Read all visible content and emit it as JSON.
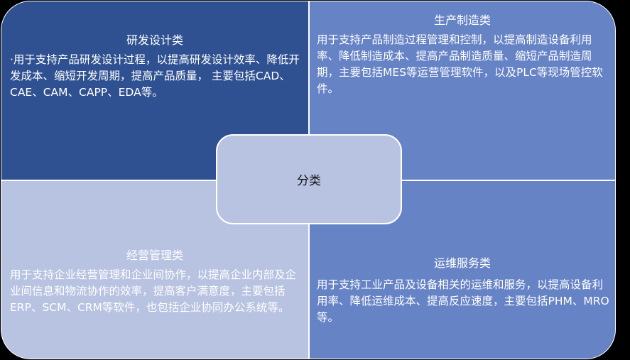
{
  "center": {
    "label": "分类"
  },
  "quadrants": {
    "top_left": {
      "title": "研发设计类",
      "body": "·用于支持产品研发设计过程，以提高研发设计效率、降低开发成本、缩短开发周期，提高产品质量， 主要包括CAD、CAE、CAM、CAPP、EDA等。",
      "color": "#2f5191"
    },
    "top_right": {
      "title": "生产制造类",
      "body": "用于支持产品制造过程管理和控制，以提高制造设备利用率、降低制造成本、提高产品制造质量、缩短产品制造周期，主要包括MES等运营管理软件，以及PLC等现场管控软件。",
      "color": "#6683c5"
    },
    "bottom_left": {
      "title": "经营管理类",
      "body": "用于支持企业经营管理和企业间协作，以提高企业内部及企业间信息和物流协作的效率，提高客户满意度，主要包括ERP、SCM、CRM等软件，也包括企业协同办公系统等。",
      "color": "#b8c3e1"
    },
    "bottom_right": {
      "title": "运维服务类",
      "body": "用于支持工业产品及设备相关的运维和服务，以提高设备利用率、降低运维成本、提高反应速度，主要包括PHM、MRO等。",
      "color": "#6683c5"
    }
  }
}
